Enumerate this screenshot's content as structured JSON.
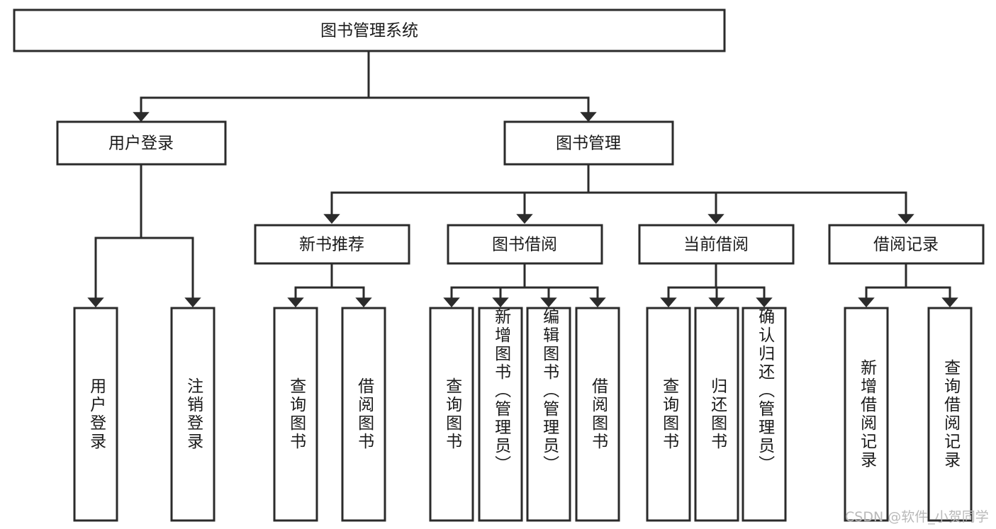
{
  "diagram": {
    "title": "图书管理系统",
    "watermark": "CSDN @软件_小贺同学",
    "colors": {
      "stroke": "#2b2b2b",
      "fill": "#ffffff",
      "text": "#1a1a1a",
      "watermark": "#b9b9b9",
      "background": "#ffffff"
    },
    "root": {
      "label": "图书管理系统"
    },
    "level2": [
      {
        "label": "用户登录"
      },
      {
        "label": "图书管理"
      }
    ],
    "level3": [
      {
        "label": "新书推荐"
      },
      {
        "label": "图书借阅"
      },
      {
        "label": "当前借阅"
      },
      {
        "label": "借阅记录"
      }
    ],
    "leaves_user_login": [
      {
        "label": "用户登录"
      },
      {
        "label": "注销登录"
      }
    ],
    "leaves_new_book": [
      {
        "label": "查询图书"
      },
      {
        "label": "借阅图书"
      }
    ],
    "leaves_borrow": [
      {
        "label": "查询图书"
      },
      {
        "label": "新增图书（管理员）"
      },
      {
        "label": "编辑图书（管理员）"
      },
      {
        "label": "借阅图书"
      }
    ],
    "leaves_current": [
      {
        "label": "查询图书"
      },
      {
        "label": "归还图书"
      },
      {
        "label": "确认归还（管理员）"
      }
    ],
    "leaves_records": [
      {
        "label": "新增借阅记录"
      },
      {
        "label": "查询借阅记录"
      }
    ]
  },
  "chart_data": {
    "type": "diagram",
    "subtype": "tree-hierarchy",
    "title": "图书管理系统",
    "orientation": "top-down",
    "nodes": [
      {
        "id": "root",
        "label": "图书管理系统",
        "level": 1,
        "parent": null
      },
      {
        "id": "n_login",
        "label": "用户登录",
        "level": 2,
        "parent": "root"
      },
      {
        "id": "n_bookmgmt",
        "label": "图书管理",
        "level": 2,
        "parent": "root"
      },
      {
        "id": "n_newbook",
        "label": "新书推荐",
        "level": 3,
        "parent": "n_bookmgmt"
      },
      {
        "id": "n_borrow",
        "label": "图书借阅",
        "level": 3,
        "parent": "n_bookmgmt"
      },
      {
        "id": "n_current",
        "label": "当前借阅",
        "level": 3,
        "parent": "n_bookmgmt"
      },
      {
        "id": "n_records",
        "label": "借阅记录",
        "level": 3,
        "parent": "n_bookmgmt"
      },
      {
        "id": "l1",
        "label": "用户登录",
        "level": 3,
        "parent": "n_login"
      },
      {
        "id": "l2",
        "label": "注销登录",
        "level": 3,
        "parent": "n_login"
      },
      {
        "id": "l3",
        "label": "查询图书",
        "level": 4,
        "parent": "n_newbook"
      },
      {
        "id": "l4",
        "label": "借阅图书",
        "level": 4,
        "parent": "n_newbook"
      },
      {
        "id": "l5",
        "label": "查询图书",
        "level": 4,
        "parent": "n_borrow"
      },
      {
        "id": "l6",
        "label": "新增图书（管理员）",
        "level": 4,
        "parent": "n_borrow"
      },
      {
        "id": "l7",
        "label": "编辑图书（管理员）",
        "level": 4,
        "parent": "n_borrow"
      },
      {
        "id": "l8",
        "label": "借阅图书",
        "level": 4,
        "parent": "n_borrow"
      },
      {
        "id": "l9",
        "label": "查询图书",
        "level": 4,
        "parent": "n_current"
      },
      {
        "id": "l10",
        "label": "归还图书",
        "level": 4,
        "parent": "n_current"
      },
      {
        "id": "l11",
        "label": "确认归还（管理员）",
        "level": 4,
        "parent": "n_current"
      },
      {
        "id": "l12",
        "label": "新增借阅记录",
        "level": 4,
        "parent": "n_records"
      },
      {
        "id": "l13",
        "label": "查询借阅记录",
        "level": 4,
        "parent": "n_records"
      }
    ],
    "edges": [
      {
        "from": "root",
        "to": "n_login"
      },
      {
        "from": "root",
        "to": "n_bookmgmt"
      },
      {
        "from": "n_login",
        "to": "l1"
      },
      {
        "from": "n_login",
        "to": "l2"
      },
      {
        "from": "n_bookmgmt",
        "to": "n_newbook"
      },
      {
        "from": "n_bookmgmt",
        "to": "n_borrow"
      },
      {
        "from": "n_bookmgmt",
        "to": "n_current"
      },
      {
        "from": "n_bookmgmt",
        "to": "n_records"
      },
      {
        "from": "n_newbook",
        "to": "l3"
      },
      {
        "from": "n_newbook",
        "to": "l4"
      },
      {
        "from": "n_borrow",
        "to": "l5"
      },
      {
        "from": "n_borrow",
        "to": "l6"
      },
      {
        "from": "n_borrow",
        "to": "l7"
      },
      {
        "from": "n_borrow",
        "to": "l8"
      },
      {
        "from": "n_current",
        "to": "l9"
      },
      {
        "from": "n_current",
        "to": "l10"
      },
      {
        "from": "n_current",
        "to": "l11"
      },
      {
        "from": "n_records",
        "to": "l12"
      },
      {
        "from": "n_records",
        "to": "l13"
      }
    ]
  }
}
